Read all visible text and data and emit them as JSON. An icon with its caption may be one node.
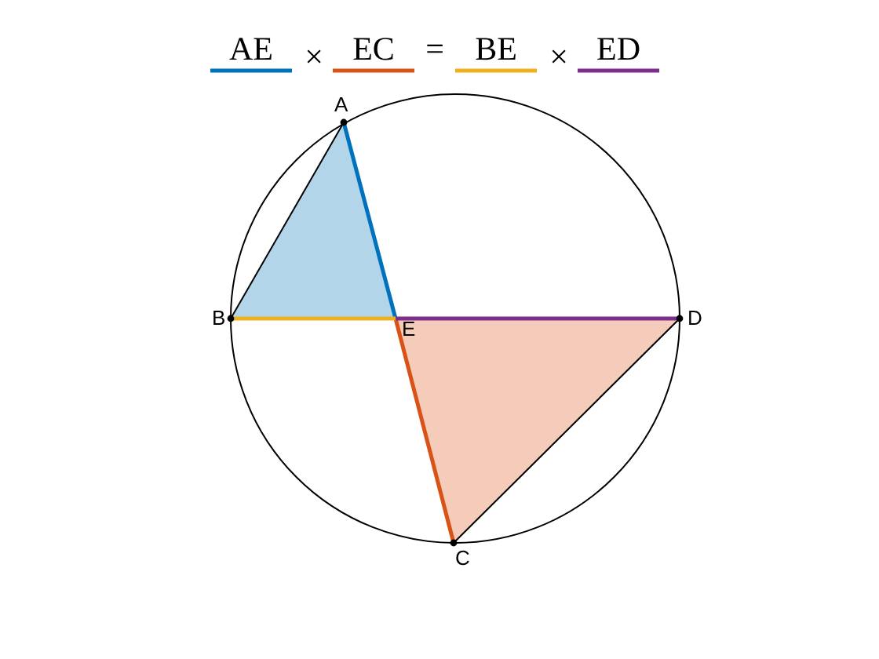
{
  "diagram": {
    "labels": [
      "AE",
      "×",
      "EC",
      "=",
      "BE",
      "×",
      "ED",
      "A",
      "B",
      "E",
      "D",
      "C"
    ]
  }
}
